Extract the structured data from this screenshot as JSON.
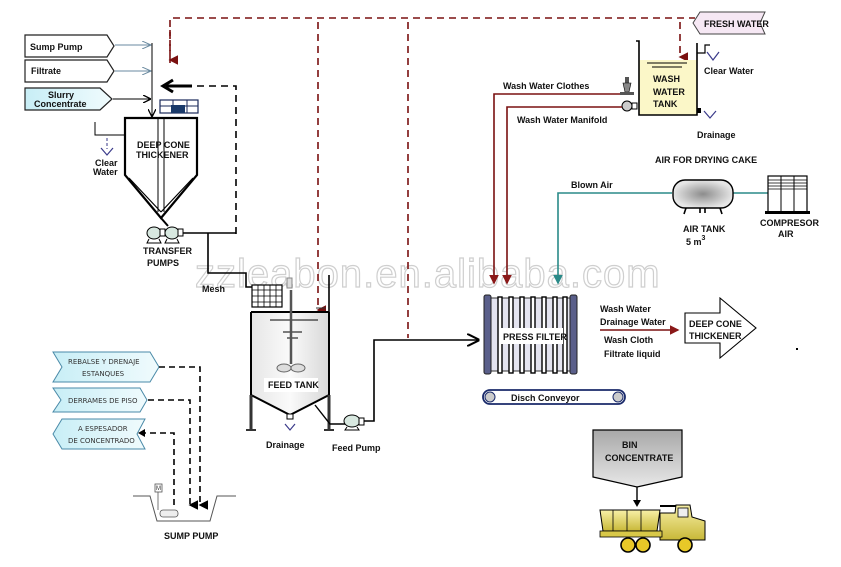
{
  "diagram": {
    "title": "Concentrate Dewatering Process Flow",
    "watermark": "zzleabon.en.alibaba.com",
    "colors": {
      "fresh_water_line": "#7a1010",
      "air_line": "#2a8a88",
      "process_line": "#000000",
      "wash_tank_fill": "#fbf7c8",
      "fresh_water_tag": "#f6e8f4",
      "sump_tag_fill": "#d8f2f8",
      "truck_body": "#e8d86a",
      "bin_fill": "#b8b8b8",
      "press_plate": "#5a5f8a"
    },
    "thickener_inputs": [
      {
        "label": "Sump Pump"
      },
      {
        "label": "Filtrate"
      },
      {
        "label": "Slurry",
        "label2": "Concentrate"
      }
    ],
    "thickener": {
      "line1": "DEEP CONE",
      "line2": "THICKENER",
      "clear_water_1": "Clear",
      "clear_water_2": "Water"
    },
    "transfer_pumps": {
      "line1": "TRANSFER",
      "line2": "PUMPS"
    },
    "mesh": "Mesh",
    "feed_tank": {
      "label": "FEED TANK",
      "drainage": "Drainage",
      "feed_pump": "Feed Pump"
    },
    "sump_area": {
      "tags": [
        {
          "line1": "REBALSE Y DRENAJE",
          "line2": "ESTANQUES"
        },
        {
          "line1": "DERRAMES DE PISO"
        },
        {
          "line1": "A ESPESADOR",
          "line2": "DE CONCENTRADO"
        }
      ],
      "motor": "M",
      "label": "SUMP PUMP"
    },
    "fresh_water": "FRESH WATER",
    "wash_tank": {
      "line1": "WASH",
      "line2": "WATER",
      "line3": "TANK",
      "clear_water": "Clear Water",
      "drainage": "Drainage"
    },
    "wash_lines": {
      "clothes": "Wash Water Clothes",
      "manifold": "Wash Water Manifold"
    },
    "air": {
      "title": "AIR FOR DRYING CAKE",
      "blown_air": "Blown Air",
      "tank_line1": "AIR TANK",
      "tank_volume": "5  m",
      "tank_unit_sup": "3",
      "compressor_line1": "COMPRESOR",
      "compressor_line2": "AIR"
    },
    "press_filter": {
      "label": "PRESS FILTER",
      "conveyor": "Disch Conveyor"
    },
    "filter_outputs": {
      "line1": "Wash Water",
      "line2": "Drainage Water",
      "line3": "Wash Cloth",
      "line4": "Filtrate liquid"
    },
    "return_thickener": {
      "line1": "DEEP CONE",
      "line2": "THICKENER"
    },
    "bin": {
      "line1": "BIN",
      "line2": "CONCENTRATE"
    }
  }
}
